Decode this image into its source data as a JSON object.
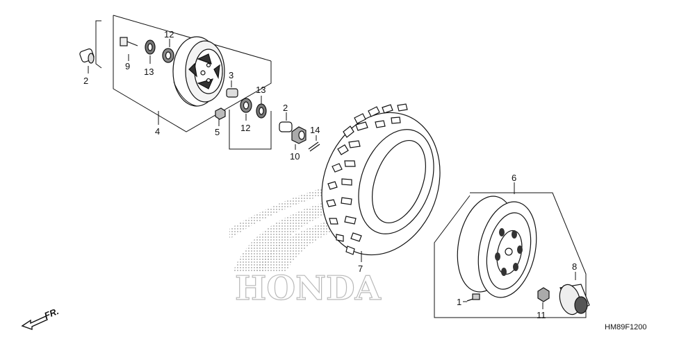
{
  "diagram": {
    "code": "HM89F1200",
    "watermark": "HONDA",
    "direction": "FR.",
    "callouts": [
      {
        "id": "c-2a",
        "text": "2"
      },
      {
        "id": "c-9",
        "text": "9"
      },
      {
        "id": "c-13a",
        "text": "13"
      },
      {
        "id": "c-12a",
        "text": "12"
      },
      {
        "id": "c-3",
        "text": "3"
      },
      {
        "id": "c-13b",
        "text": "13"
      },
      {
        "id": "c-12b",
        "text": "12"
      },
      {
        "id": "c-5",
        "text": "5"
      },
      {
        "id": "c-4",
        "text": "4"
      },
      {
        "id": "c-2b",
        "text": "2"
      },
      {
        "id": "c-14",
        "text": "14"
      },
      {
        "id": "c-10",
        "text": "10"
      },
      {
        "id": "c-7",
        "text": "7"
      },
      {
        "id": "c-6",
        "text": "6"
      },
      {
        "id": "c-8",
        "text": "8"
      },
      {
        "id": "c-1",
        "text": "1"
      },
      {
        "id": "c-11",
        "text": "11"
      }
    ]
  }
}
